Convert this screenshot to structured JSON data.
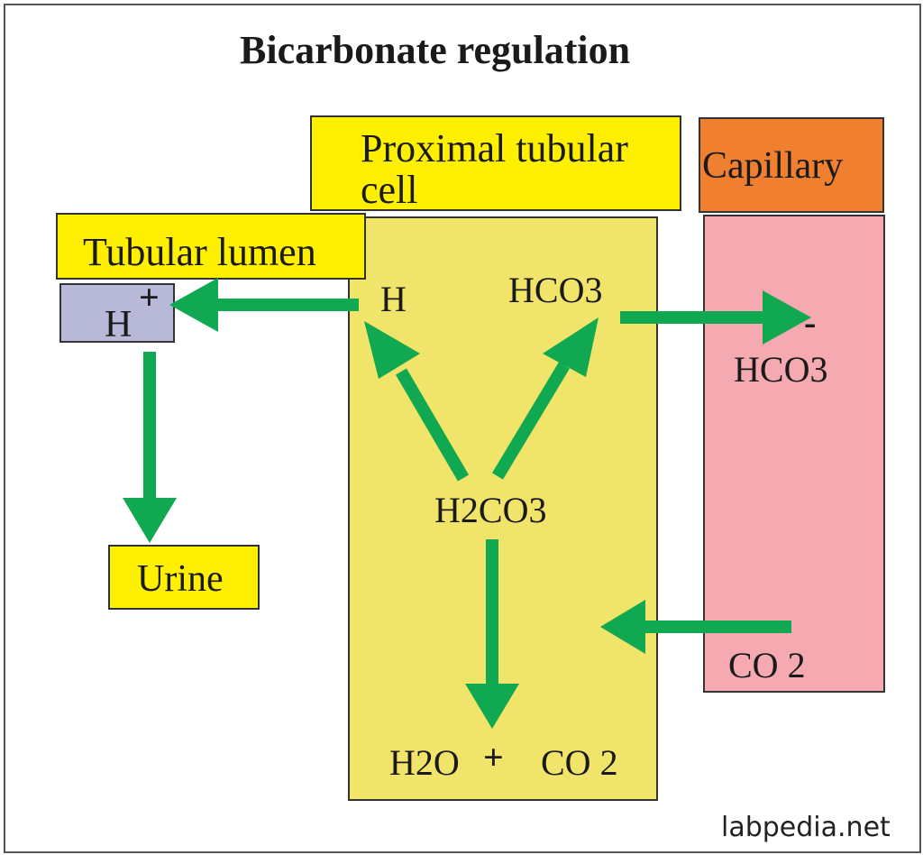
{
  "title": "Bicarbonate regulation",
  "boxes": {
    "proximal_cell_label": "Proximal tubular cell",
    "capillary_label": "Capillary",
    "lumen_label": "Tubular lumen",
    "urine_label": "Urine"
  },
  "species": {
    "lumen_h": "H",
    "lumen_h_charge": "+",
    "cell_h": "H",
    "cell_hco3": "HCO3",
    "h2co3": "H2CO3",
    "h2o": "H2O",
    "plus": "+",
    "co2_cell": "CO 2",
    "cap_hco3": "HCO3",
    "cap_hco3_charge": "-",
    "cap_co2": "CO 2"
  },
  "watermark": "labpedia.net",
  "colors": {
    "cell": "#f0e46a",
    "label_yellow": "#fff000",
    "capillary_header": "#f08030",
    "capillary_body": "#f4aab0",
    "h_box": "#b8b8d8",
    "arrow": "#10a850"
  },
  "arrows": [
    {
      "from": "cell_h",
      "to": "lumen_h"
    },
    {
      "from": "lumen_h",
      "to": "urine"
    },
    {
      "from": "h2co3",
      "to": "cell_h"
    },
    {
      "from": "h2co3",
      "to": "cell_hco3"
    },
    {
      "from": "cell_hco3",
      "to": "cap_hco3"
    },
    {
      "from": "h2co3",
      "to": "h2o_co2"
    },
    {
      "from": "cap_co2",
      "to": "cell"
    }
  ]
}
